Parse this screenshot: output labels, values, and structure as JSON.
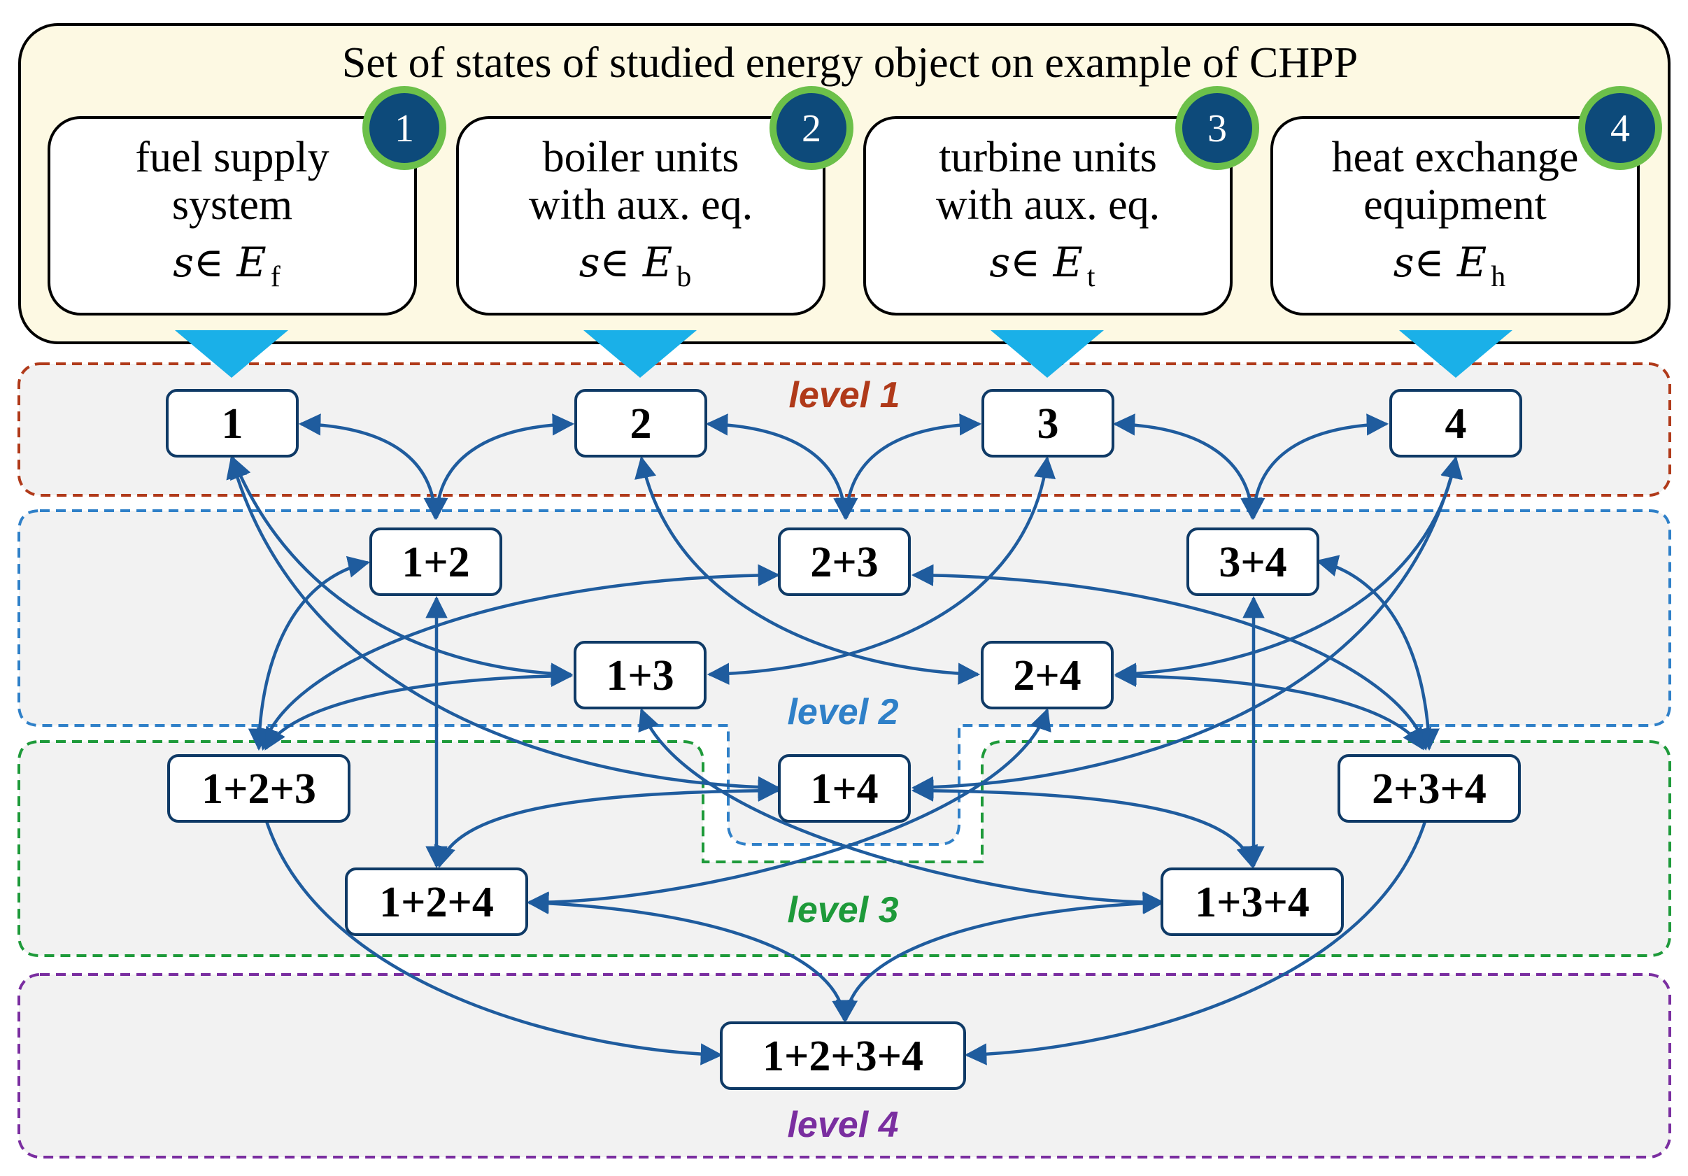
{
  "title": "Set of states of studied energy object on example of CHPP",
  "systems": [
    {
      "id": "f",
      "badge": "1",
      "line1": "fuel supply",
      "line2": "system",
      "math": "s∈ E",
      "sub": "f"
    },
    {
      "id": "b",
      "badge": "2",
      "line1": "boiler units",
      "line2": "with aux. eq.",
      "math": "s∈ E",
      "sub": "b"
    },
    {
      "id": "t",
      "badge": "3",
      "line1": "turbine units",
      "line2": "with aux. eq.",
      "math": "s∈ E",
      "sub": "t"
    },
    {
      "id": "h",
      "badge": "4",
      "line1": "heat exchange",
      "line2": "equipment",
      "math": "s∈ E",
      "sub": "h"
    }
  ],
  "levels": [
    {
      "id": "level-1",
      "label": "level 1",
      "color": "#b03a1a"
    },
    {
      "id": "level-2",
      "label": "level 2",
      "color": "#2f80c8"
    },
    {
      "id": "level-3",
      "label": "level 3",
      "color": "#1e9a3a"
    },
    {
      "id": "level-4",
      "label": "level 4",
      "color": "#7a2ea0"
    }
  ],
  "nodes": [
    {
      "id": "n1",
      "label": "1"
    },
    {
      "id": "n2",
      "label": "2"
    },
    {
      "id": "n3",
      "label": "3"
    },
    {
      "id": "n4",
      "label": "4"
    },
    {
      "id": "n12",
      "label": "1+2"
    },
    {
      "id": "n23",
      "label": "2+3"
    },
    {
      "id": "n34",
      "label": "3+4"
    },
    {
      "id": "n13",
      "label": "1+3"
    },
    {
      "id": "n24",
      "label": "2+4"
    },
    {
      "id": "n14",
      "label": "1+4"
    },
    {
      "id": "n123",
      "label": "1+2+3"
    },
    {
      "id": "n234",
      "label": "2+3+4"
    },
    {
      "id": "n124",
      "label": "1+2+4"
    },
    {
      "id": "n134",
      "label": "1+3+4"
    },
    {
      "id": "n1234",
      "label": "1+2+3+4"
    }
  ],
  "colors": {
    "panel_fill": "#fdf9e3",
    "level_fill": "#f2f2f2",
    "edge": "#1f5c9e",
    "triangle": "#1ab0e8",
    "badge_fill": "#0d4a7a",
    "badge_ring": "#6cc04a"
  }
}
